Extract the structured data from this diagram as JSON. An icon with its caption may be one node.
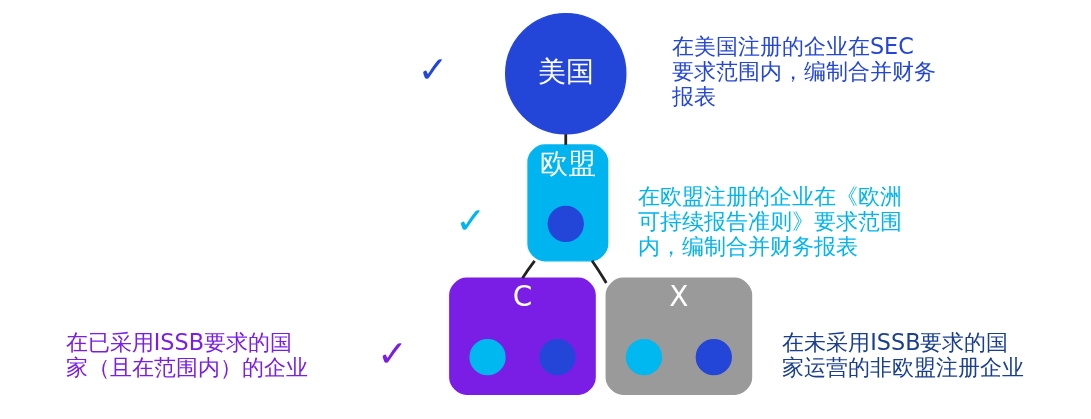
{
  "diagram": {
    "nodes": [
      {
        "text": [
          "美国"
        ],
        "beside": [
          "✓",
          "在美国注册的企业在SEC要求范围内，编制合并财务报表"
        ]
      },
      {
        "text": [
          "欧盟"
        ],
        "beside": [
          "✓",
          "在欧盟注册的企业在《欧洲可持续报告准则》要求范围内，编制合并财务报表"
        ]
      },
      {
        "text": [],
        "shape": "circle",
        "in": 1
      },
      {
        "text": [
          "C"
        ],
        "beside": [
          "在已采用ISSB要求的国家（且在范围内）的企业",
          "✓"
        ]
      },
      {
        "text": [],
        "shape": "circle",
        "in": 3
      },
      {
        "text": [],
        "shape": "circle",
        "in": 3
      },
      {
        "text": [
          "X"
        ],
        "beside": [
          "在未采用ISSB要求的国家运营的非欧盟注册企业"
        ]
      },
      {
        "text": [],
        "shape": "circle",
        "in": 6
      },
      {
        "text": [],
        "shape": "circle",
        "in": 6
      }
    ],
    "edges": [
      {
        "from": 0,
        "to": 1,
        "arrow": "none"
      },
      {
        "from": 1,
        "to": 3,
        "arrow": "none"
      },
      {
        "from": 1,
        "to": 6,
        "arrow": "none"
      }
    ]
  }
}
